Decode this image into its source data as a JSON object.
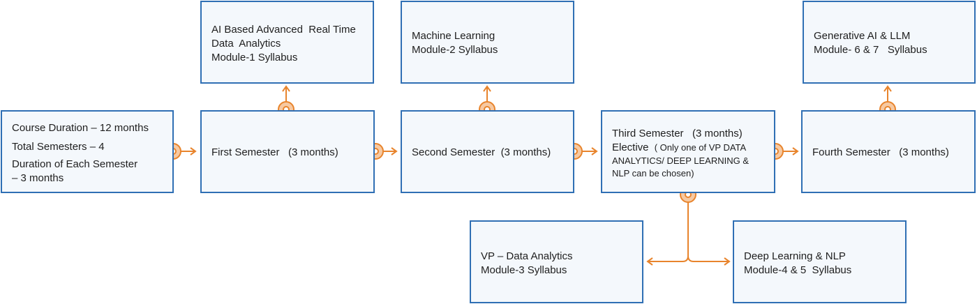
{
  "boxes": {
    "info": {
      "line1": "Course Duration – 12 months",
      "line2": "Total Semesters – 4",
      "line3": "Duration of Each Semester",
      "line4": "– 3 months"
    },
    "sem1": {
      "label": "First Semester   (3 months)"
    },
    "sem2": {
      "label": "Second Semester  (3 months)"
    },
    "sem3": {
      "title": "Third Semester   (3 months)",
      "elective_label": "Elective",
      "elective_note_1": "( Only one of VP DATA",
      "elective_note_2": "ANALYTICS/ DEEP LEARNING &",
      "elective_note_3": "NLP can be chosen)"
    },
    "sem4": {
      "label": "Fourth Semester   (3 months)"
    },
    "mod1": {
      "line1": "AI Based Advanced  Real Time",
      "line2": "Data  Analytics",
      "line3": "Module-1 Syllabus"
    },
    "mod2": {
      "line1": "Machine Learning",
      "line2": "Module-2 Syllabus"
    },
    "mod67": {
      "line1": "Generative AI & LLM",
      "line2": "Module- 6 & 7   Syllabus"
    },
    "mod3": {
      "line1": "VP – Data Analytics",
      "line2": "Module-3 Syllabus"
    },
    "mod45": {
      "line1": "Deep Learning & NLP",
      "line2": "Module-4 & 5  Syllabus"
    }
  },
  "colors": {
    "box_border": "#2f6fb4",
    "box_fill": "#f4f8fc",
    "connector": "#e8842c",
    "node_fill": "#f6c9a2"
  }
}
